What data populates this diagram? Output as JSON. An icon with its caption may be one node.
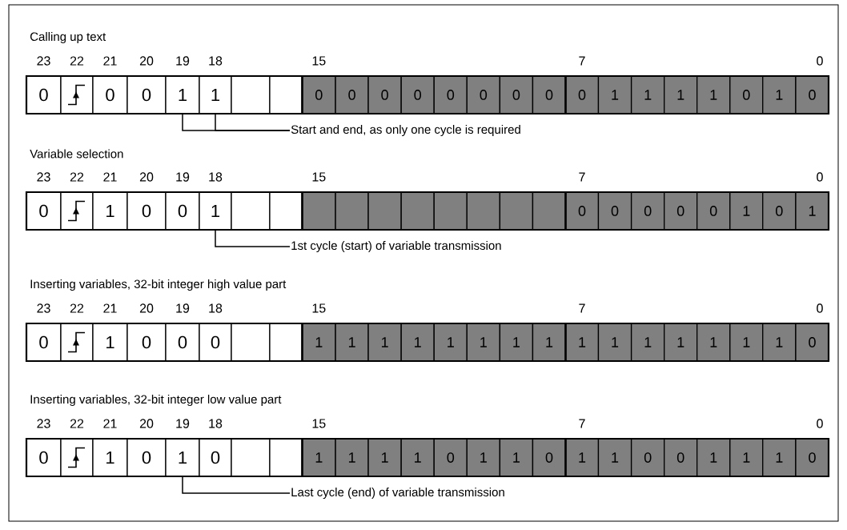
{
  "diagram": {
    "nodes": [
      {
        "text": [
          "0"
        ]
      },
      {
        "text": [],
        "shape": "picture"
      },
      {
        "text": [
          "0"
        ]
      },
      {
        "text": [
          "0"
        ]
      },
      {
        "text": [
          "1"
        ]
      },
      {
        "text": [
          "1"
        ]
      },
      {
        "text": [],
        "shape": "box"
      },
      {
        "text": [],
        "shape": "box"
      },
      {
        "text": [
          "0"
        ]
      },
      {
        "text": [
          "0"
        ]
      },
      {
        "text": [
          "0"
        ]
      },
      {
        "text": [
          "0"
        ]
      },
      {
        "text": [
          "0"
        ]
      },
      {
        "text": [
          "0"
        ]
      },
      {
        "text": [
          "0"
        ]
      },
      {
        "text": [
          "0"
        ]
      },
      {
        "text": [
          "0"
        ]
      },
      {
        "text": [
          "1"
        ]
      },
      {
        "text": [
          "1"
        ]
      },
      {
        "text": [
          "1"
        ]
      },
      {
        "text": [
          "1"
        ]
      },
      {
        "text": [
          "0"
        ]
      },
      {
        "text": [
          "1"
        ]
      },
      {
        "text": [
          "0"
        ]
      },
      {
        "text": [
          "Start and end, as only one cycle is required"
        ]
      },
      {
        "text": [
          "0"
        ]
      },
      {
        "text": [],
        "shape": "picture"
      },
      {
        "text": [
          "1"
        ]
      },
      {
        "text": [
          "0"
        ]
      },
      {
        "text": [
          "0"
        ]
      },
      {
        "text": [
          "1"
        ]
      },
      {
        "text": [],
        "shape": "box"
      },
      {
        "text": [],
        "shape": "box"
      },
      {
        "text": [],
        "shape": "box"
      },
      {
        "text": [],
        "shape": "box"
      },
      {
        "text": [],
        "shape": "box"
      },
      {
        "text": [],
        "shape": "box"
      },
      {
        "text": [],
        "shape": "box"
      },
      {
        "text": [],
        "shape": "box"
      },
      {
        "text": [],
        "shape": "box"
      },
      {
        "text": [],
        "shape": "box"
      },
      {
        "text": [
          "0"
        ]
      },
      {
        "text": [
          "0"
        ]
      },
      {
        "text": [
          "0"
        ]
      },
      {
        "text": [
          "0"
        ]
      },
      {
        "text": [
          "0"
        ]
      },
      {
        "text": [
          "1"
        ]
      },
      {
        "text": [
          "0"
        ]
      },
      {
        "text": [
          "1"
        ]
      },
      {
        "text": [
          "1st cycle (start) of variable transmission"
        ]
      },
      {
        "text": [
          "0"
        ]
      },
      {
        "text": [],
        "shape": "picture"
      },
      {
        "text": [
          "1"
        ]
      },
      {
        "text": [
          "0"
        ]
      },
      {
        "text": [
          "0"
        ]
      },
      {
        "text": [
          "0"
        ]
      },
      {
        "text": [],
        "shape": "box"
      },
      {
        "text": [],
        "shape": "box"
      },
      {
        "text": [
          "1"
        ]
      },
      {
        "text": [
          "1"
        ]
      },
      {
        "text": [
          "1"
        ]
      },
      {
        "text": [
          "1"
        ]
      },
      {
        "text": [
          "1"
        ]
      },
      {
        "text": [
          "1"
        ]
      },
      {
        "text": [
          "1"
        ]
      },
      {
        "text": [
          "1"
        ]
      },
      {
        "text": [
          "1"
        ]
      },
      {
        "text": [
          "1"
        ]
      },
      {
        "text": [
          "1"
        ]
      },
      {
        "text": [
          "1"
        ]
      },
      {
        "text": [
          "1"
        ]
      },
      {
        "text": [
          "1"
        ]
      },
      {
        "text": [
          "1"
        ]
      },
      {
        "text": [
          "0"
        ]
      },
      {
        "text": [
          "0"
        ]
      },
      {
        "text": [],
        "shape": "picture"
      },
      {
        "text": [
          "1"
        ]
      },
      {
        "text": [
          "0"
        ]
      },
      {
        "text": [
          "1"
        ]
      },
      {
        "text": [
          "0"
        ]
      },
      {
        "text": [],
        "shape": "box"
      },
      {
        "text": [],
        "shape": "box"
      },
      {
        "text": [
          "1"
        ]
      },
      {
        "text": [
          "1"
        ]
      },
      {
        "text": [
          "1"
        ]
      },
      {
        "text": [
          "1"
        ]
      },
      {
        "text": [
          "0"
        ]
      },
      {
        "text": [
          "1"
        ]
      },
      {
        "text": [
          "1"
        ]
      },
      {
        "text": [
          "0"
        ]
      },
      {
        "text": [
          "1"
        ]
      },
      {
        "text": [
          "1"
        ]
      },
      {
        "text": [
          "0"
        ]
      },
      {
        "text": [
          "0"
        ]
      },
      {
        "text": [
          "1"
        ]
      },
      {
        "text": [
          "1"
        ]
      },
      {
        "text": [
          "1"
        ]
      },
      {
        "text": [
          "0"
        ]
      },
      {
        "text": [
          "Last cycle (end) of variable transmission"
        ]
      }
    ],
    "edges": [
      {
        "from": 24,
        "to": 4,
        "arrow": "none"
      },
      {
        "from": 24,
        "to": 5,
        "arrow": "none"
      },
      {
        "from": 49,
        "to": 30,
        "arrow": "none"
      },
      {
        "from": 98,
        "to": 78,
        "arrow": "none"
      }
    ],
    "labels": [
      "Calling up text",
      "23",
      "22",
      "21",
      "20",
      "19",
      "18",
      "15",
      "7",
      "0",
      "Variable selection",
      "23",
      "22",
      "21",
      "20",
      "19",
      "18",
      "15",
      "7",
      "0",
      "Inserting variables, 32-bit integer high value part",
      "23",
      "22",
      "21",
      "20",
      "19",
      "18",
      "15",
      "7",
      "0",
      "Inserting variables, 32-bit integer low value part",
      "23",
      "22",
      "21",
      "20",
      "19",
      "18",
      "15",
      "7",
      "0"
    ]
  }
}
